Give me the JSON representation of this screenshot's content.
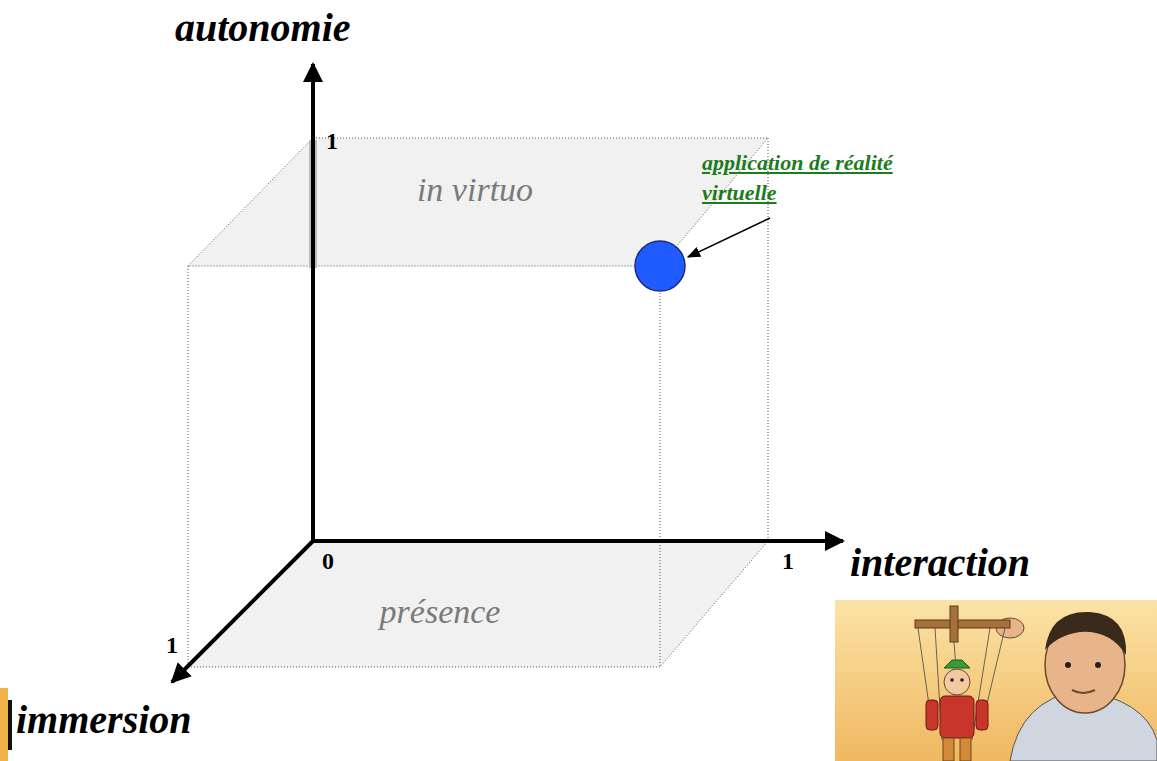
{
  "diagram": {
    "labels": [
      "autonomie",
      "1",
      "in virtuo",
      "application de réalité virtuelle",
      "0",
      "1",
      "interaction",
      "présence",
      "1",
      "immersion"
    ]
  }
}
